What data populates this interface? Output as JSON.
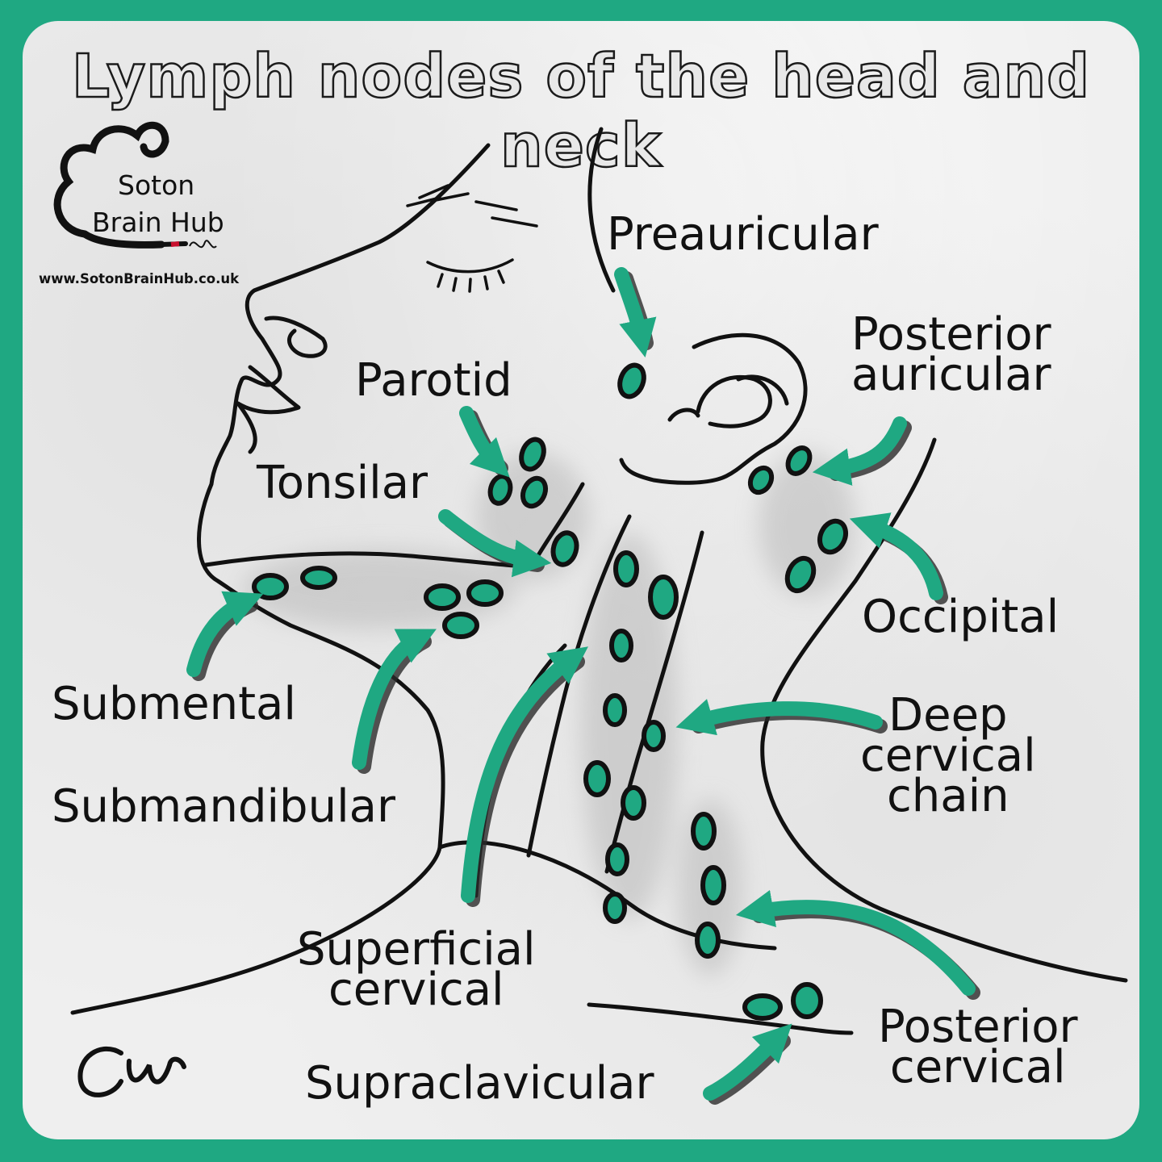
{
  "title": "Lymph nodes of the head and neck",
  "logo": {
    "name_line1": "Soton",
    "name_line2": "Brain Hub",
    "url": "www.SotonBrainHub.co.uk"
  },
  "labels": {
    "preauricular": "Preauricular",
    "posterior_auricular": "Posterior\nauricular",
    "parotid": "Parotid",
    "tonsilar": "Tonsilar",
    "occipital": "Occipital",
    "submental": "Submental",
    "deep_cervical_chain": "Deep\ncervical\nchain",
    "submandibular": "Submandibular",
    "superficial_cervical": "Superficial\ncervical",
    "posterior_cervical": "Posterior\ncervical",
    "supraclavicular": "Supraclavicular"
  },
  "colors": {
    "accent": "#1fa882",
    "node_fill": "#1fa882",
    "ink": "#111111",
    "card": "#efefef"
  },
  "icons": [
    "brain-cloud-logo-icon",
    "pen-icon",
    "signature-icon"
  ]
}
